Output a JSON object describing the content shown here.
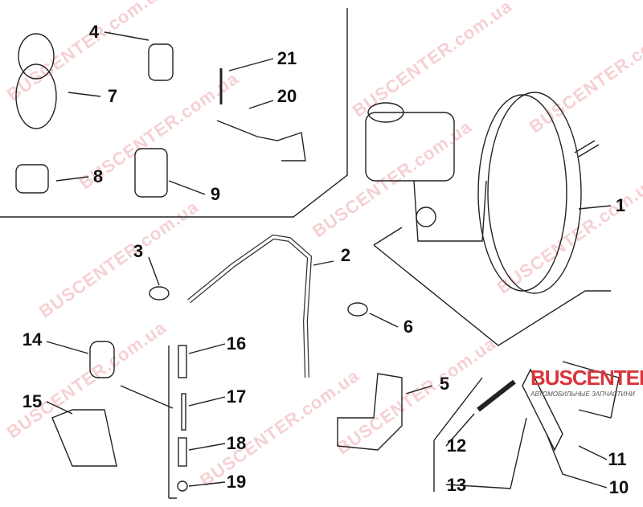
{
  "diagram": {
    "callouts": [
      "1",
      "2",
      "3",
      "4",
      "5",
      "6",
      "7",
      "8",
      "9",
      "10",
      "11",
      "12",
      "13",
      "14",
      "15",
      "16",
      "17",
      "18",
      "19",
      "20",
      "21"
    ],
    "watermark": "BUSCENTER.com.ua",
    "logo": {
      "name": "BUSCENTER",
      "subtitle": "АВТОМОБИЛЬНЫЕ ЗАПЧАСТИНИ",
      "color": "#d9343b"
    }
  }
}
